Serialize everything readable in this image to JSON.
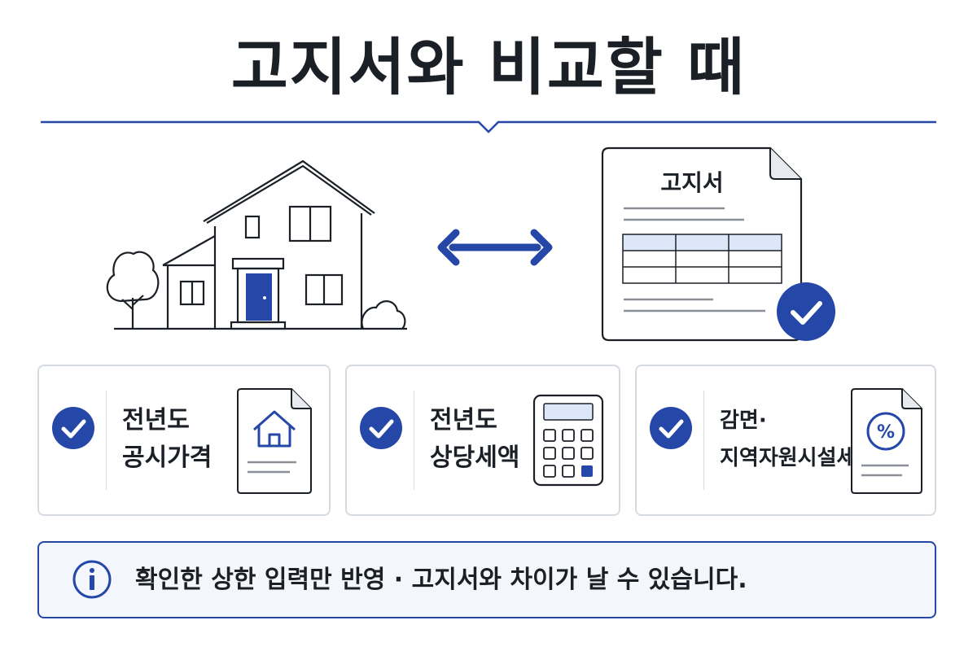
{
  "title": "고지서와 비교할 때",
  "document": {
    "heading": "고지서"
  },
  "cards": [
    {
      "line1": "전년도",
      "line2": "공시가격",
      "icon": "house-document-icon"
    },
    {
      "line1": "전년도",
      "line2": "상당세액",
      "icon": "calculator-icon"
    },
    {
      "line1": "감면·",
      "line2": "지역자원시설세",
      "icon": "percent-document-icon"
    }
  ],
  "note": {
    "text": "확인한 상한 입력만 반영 · 고지서와 차이가 날 수 있습니다.",
    "icon": "info-icon"
  },
  "colors": {
    "accent": "#2447a8",
    "text": "#1b1f26",
    "border": "#d6dbe2",
    "table_header": "#dde7fa"
  }
}
